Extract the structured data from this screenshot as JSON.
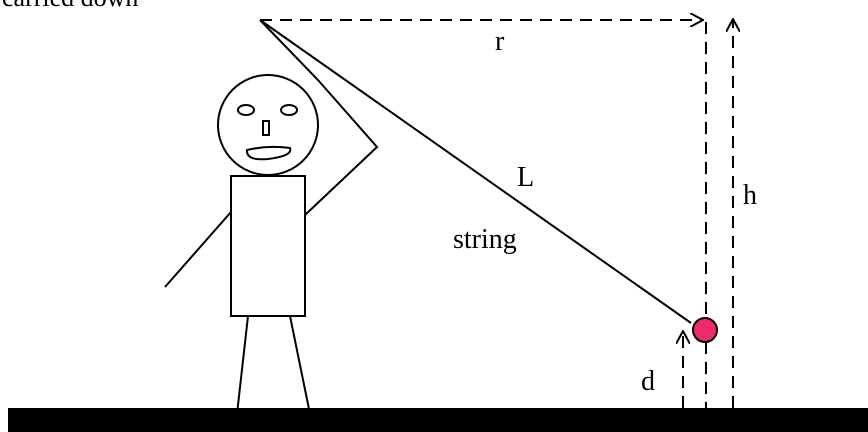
{
  "diagram": {
    "top_caption_fragment": "carried down",
    "labels": {
      "radius": "r",
      "string_length": "L",
      "string": "string",
      "height": "h",
      "distance": "d"
    },
    "colors": {
      "ball": "#ee2a6a",
      "ink": "#000000",
      "ground": "#000000"
    }
  }
}
